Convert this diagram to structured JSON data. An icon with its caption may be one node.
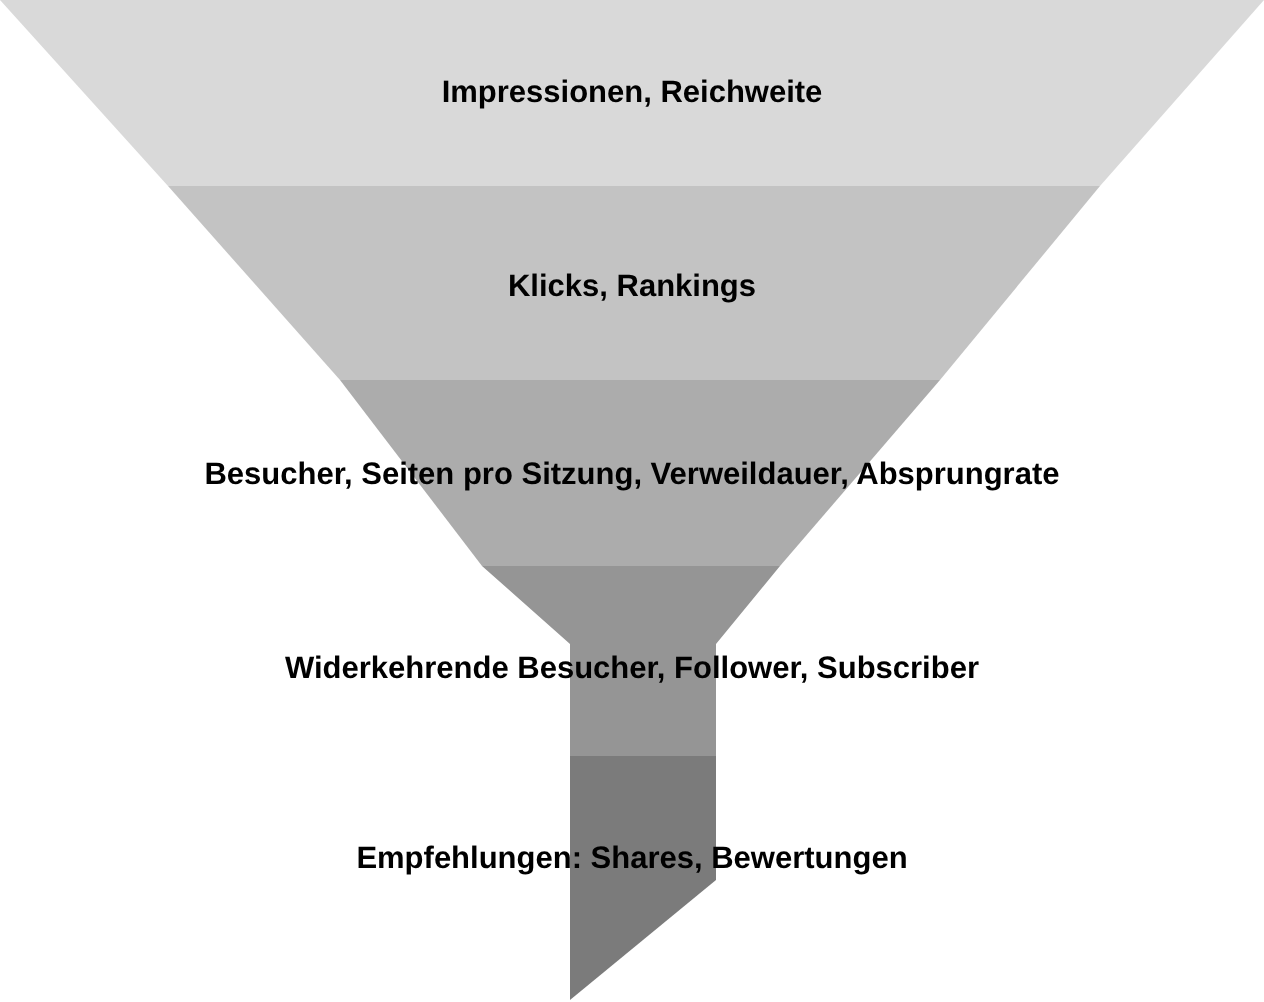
{
  "diagram": {
    "nodes": [
      {
        "text": [
          "Impressionen, Reichweite"
        ]
      },
      {
        "text": [
          "Klicks, Rankings"
        ]
      },
      {
        "text": [
          "Besucher, Seiten pro Sitzung, Verweildauer, Absprungrate"
        ]
      },
      {
        "text": [
          "Widerkehrende Besucher, Follower, Subscriber"
        ]
      },
      {
        "text": [
          "Empfehlungen: Shares, Bewertungen"
        ]
      }
    ]
  }
}
